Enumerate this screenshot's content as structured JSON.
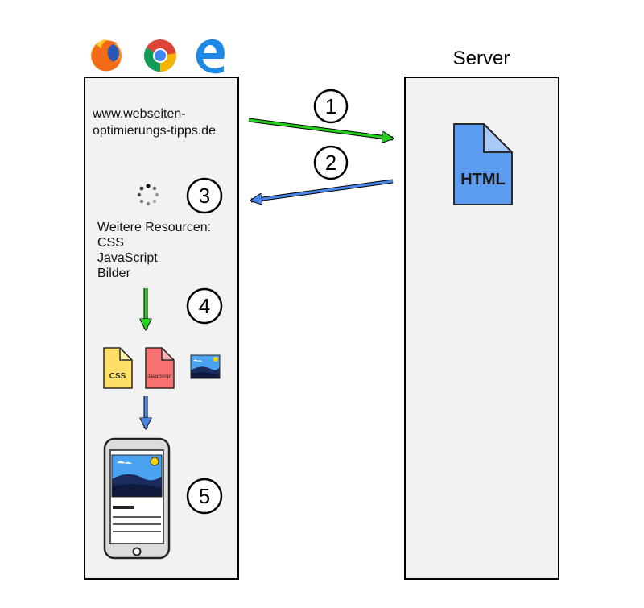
{
  "server": {
    "title": "Server",
    "file_label": "HTML"
  },
  "client": {
    "browser_icons": [
      "firefox-icon",
      "chrome-icon",
      "edge-icon"
    ],
    "url_line1": "www.webseiten-",
    "url_line2": "optimierungs-tipps.de",
    "resources_heading": "Weitere Resourcen:",
    "resources": [
      "CSS",
      "JavaScript",
      "Bilder"
    ],
    "file_labels": {
      "css": "CSS",
      "js": "JavaScript"
    }
  },
  "steps": [
    "1",
    "2",
    "3",
    "4",
    "5"
  ],
  "colors": {
    "panel_fill": "#f2f2f2",
    "html_file": "#5b9bf0",
    "css_file": "#ffe066",
    "js_file": "#f87171",
    "request_arrow": "#22d11a",
    "response_arrow": "#4a86e8"
  }
}
